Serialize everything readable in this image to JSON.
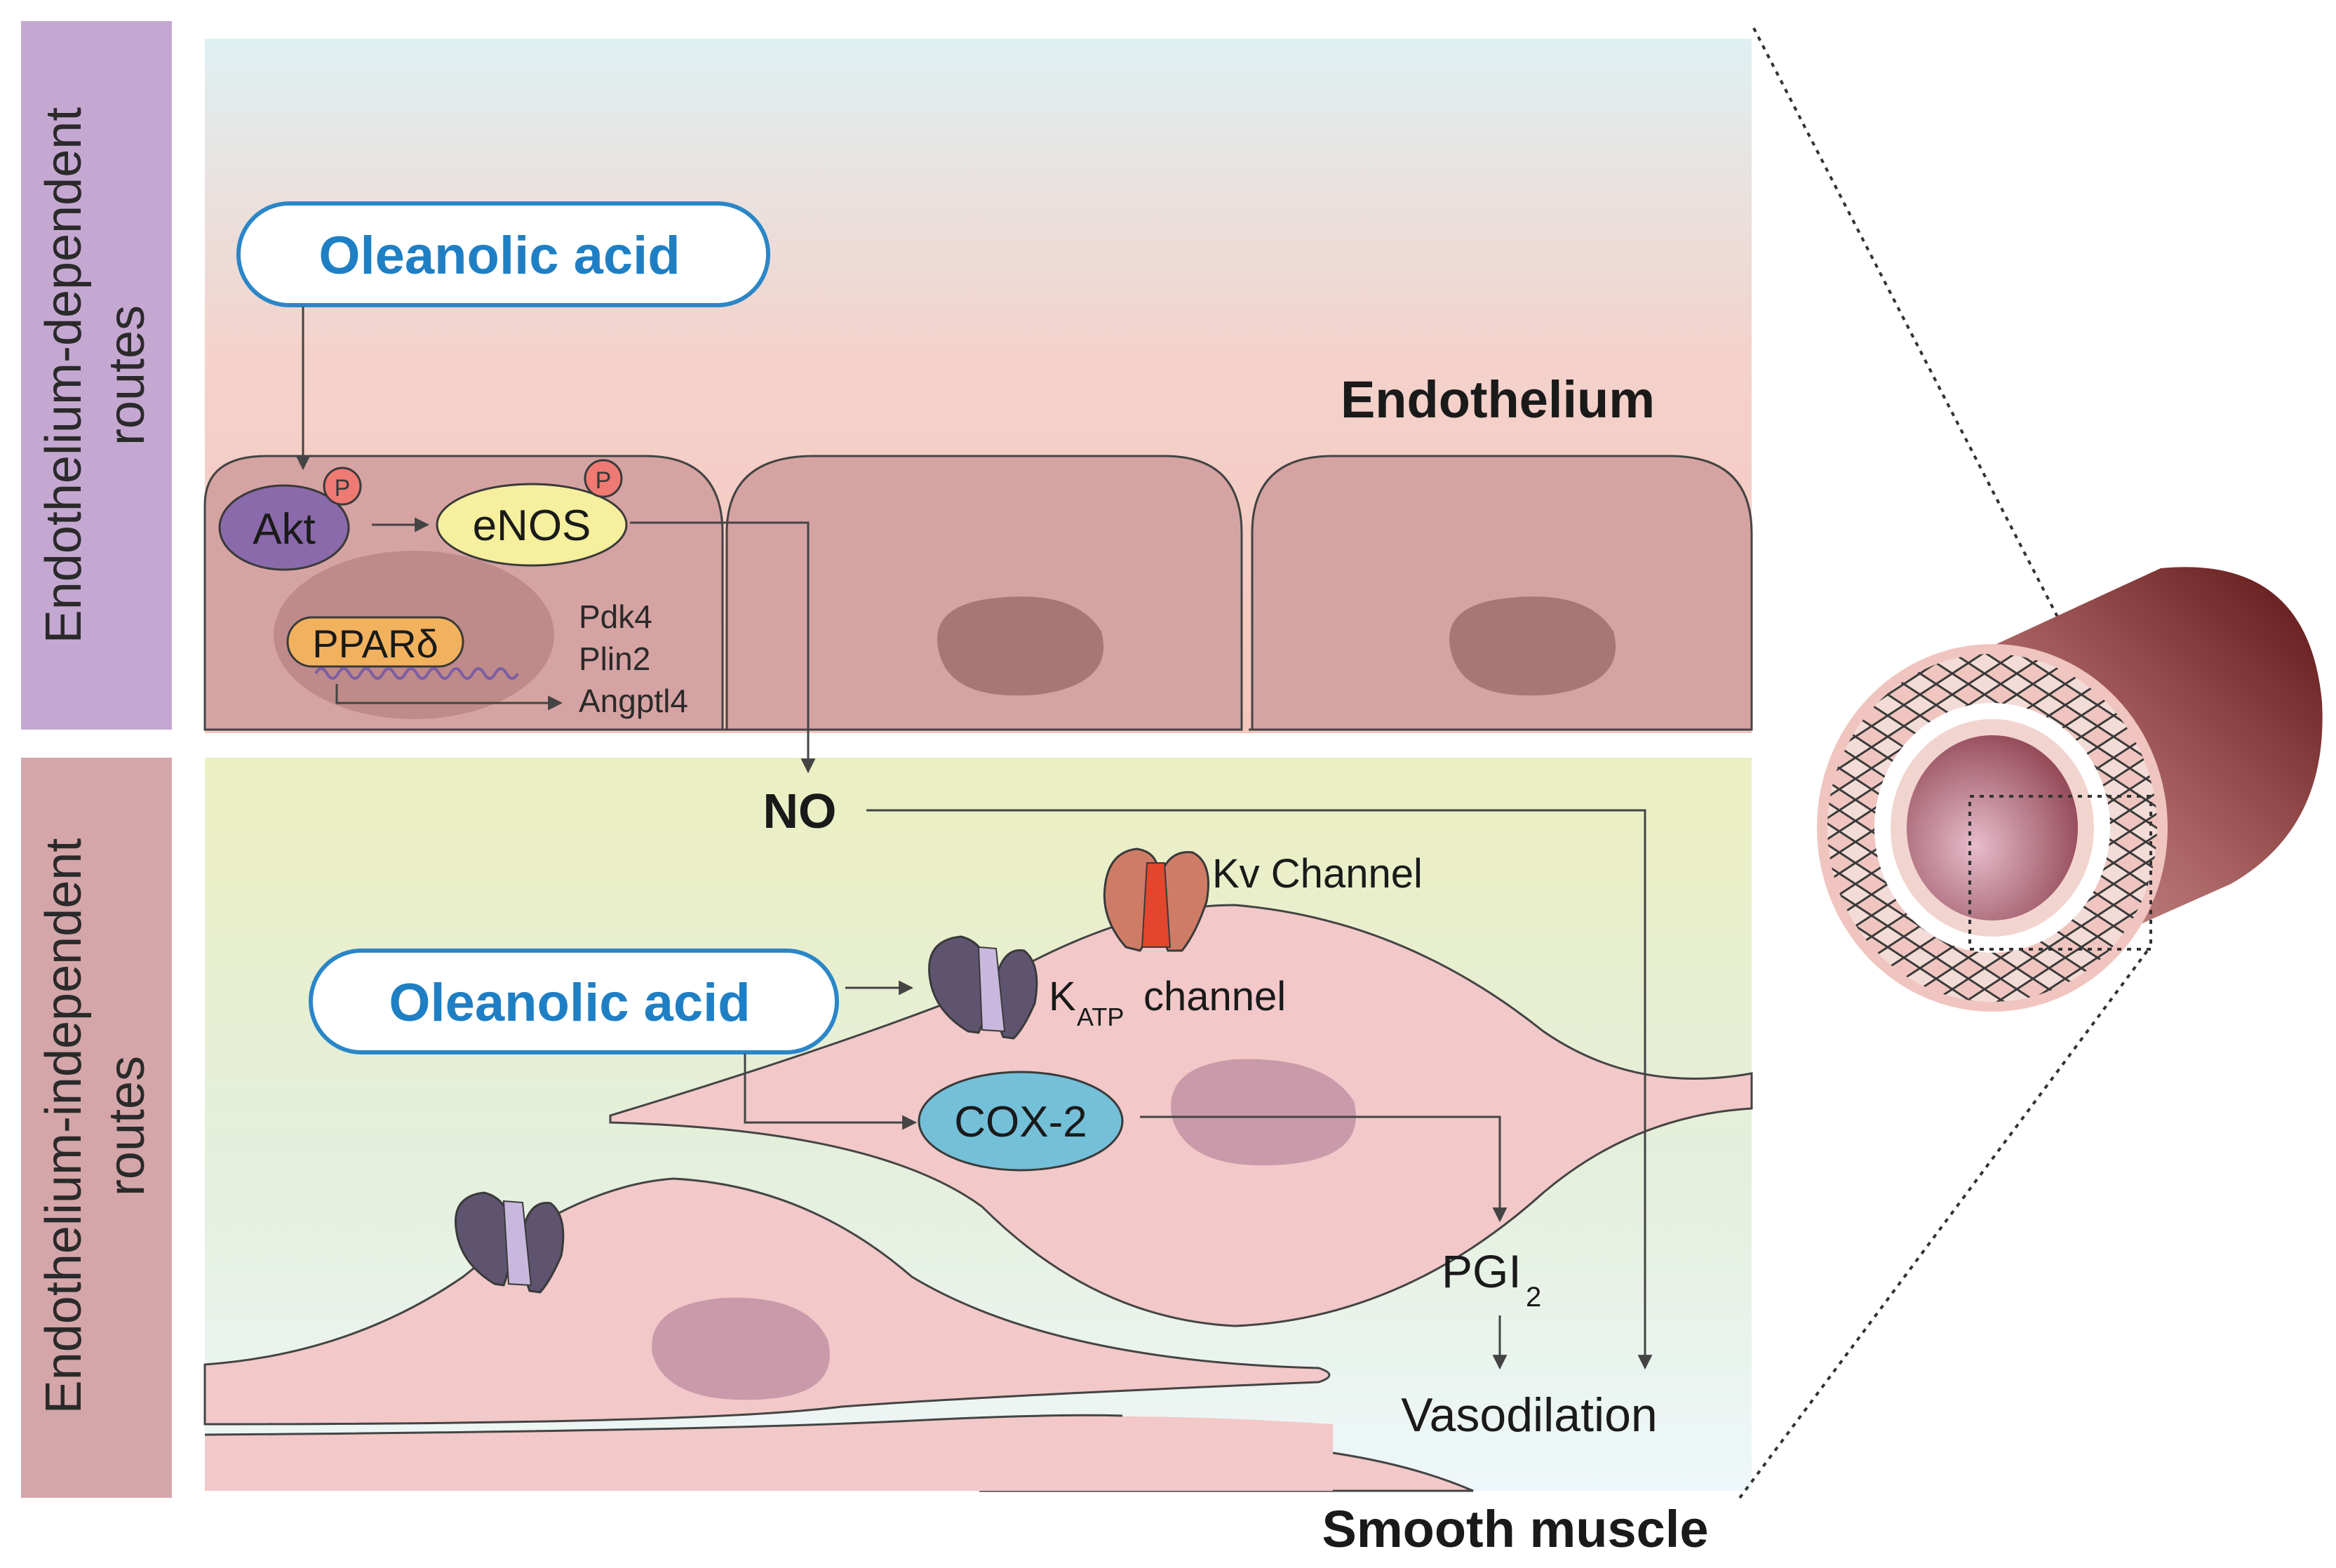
{
  "side_labels": {
    "top_line1": "Endothelium-dependent",
    "top_line2": "routes",
    "bottom_line1": "Endothelium-independent",
    "bottom_line2": "routes"
  },
  "region_labels": {
    "endothelium": "Endothelium",
    "smooth_muscle": "Smooth muscle"
  },
  "top_pathway": {
    "oleanolic_acid": "Oleanolic acid",
    "akt": "Akt",
    "enos": "eNOS",
    "phospho": "P",
    "ppar": "PPARδ",
    "genes": [
      "Pdk4",
      "Plin2",
      "Angptl4"
    ]
  },
  "bottom_pathway": {
    "no": "NO",
    "kv_channel": "Kv Channel",
    "oleanolic_acid": "Oleanolic acid",
    "katp_k": "K",
    "katp_sub": "ATP",
    "katp_word": "channel",
    "cox2": "COX-2",
    "pgi_main": "PGI",
    "pgi_sub": "2",
    "vasodilation": "Vasodilation"
  },
  "colors": {
    "oleanolic_text": "#1f7fc4",
    "oleanolic_border": "#2b86c8",
    "akt_fill": "#8a6aab",
    "enos_fill": "#f5ef9e",
    "ppar_fill": "#f2b25d",
    "cox2_fill": "#74c0d8",
    "phospho_fill": "#ef7a73",
    "endo_cell_fill": "#d6a3a3",
    "muscle_cell_fill": "#f2c8c8",
    "side_top": "#c5a8d2",
    "side_bottom": "#d4a6a9"
  }
}
